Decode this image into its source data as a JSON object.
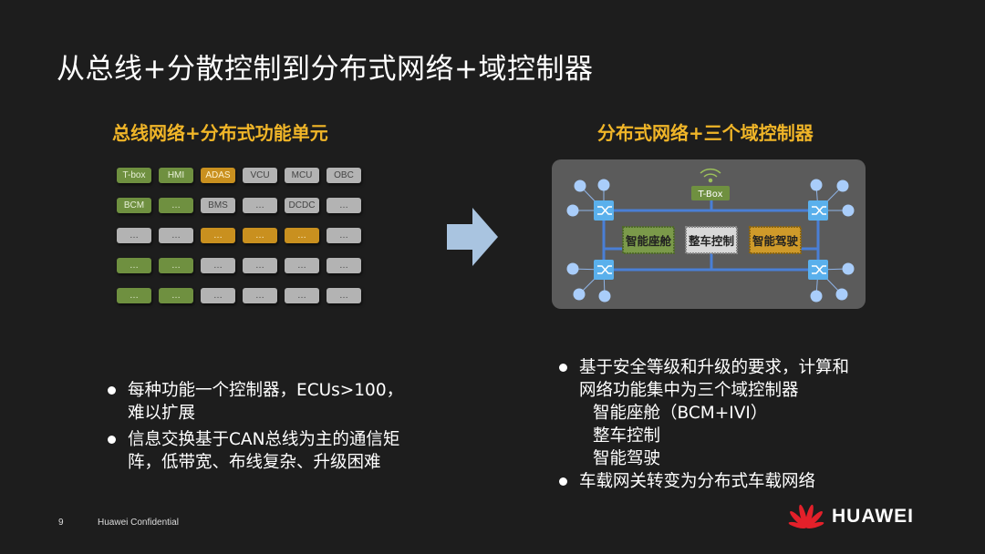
{
  "title": "从总线+分散控制到分布式网络+域控制器",
  "left": {
    "heading": "总线网络+分布式功能单元",
    "grid": [
      [
        {
          "t": "T-box",
          "c": "g"
        },
        {
          "t": "HMI",
          "c": "g"
        },
        {
          "t": "ADAS",
          "c": "o"
        },
        {
          "t": "VCU",
          "c": "s"
        },
        {
          "t": "MCU",
          "c": "s"
        },
        {
          "t": "OBC",
          "c": "s"
        }
      ],
      [
        {
          "t": "BCM",
          "c": "g"
        },
        {
          "t": "…",
          "c": "g"
        },
        {
          "t": "BMS",
          "c": "s"
        },
        {
          "t": "…",
          "c": "s"
        },
        {
          "t": "DCDC",
          "c": "s"
        },
        {
          "t": "…",
          "c": "s"
        }
      ],
      [
        {
          "t": "…",
          "c": "s"
        },
        {
          "t": "…",
          "c": "s"
        },
        {
          "t": "…",
          "c": "o"
        },
        {
          "t": "…",
          "c": "o"
        },
        {
          "t": "…",
          "c": "o"
        },
        {
          "t": "…",
          "c": "s"
        }
      ],
      [
        {
          "t": "…",
          "c": "g"
        },
        {
          "t": "…",
          "c": "g"
        },
        {
          "t": "…",
          "c": "s"
        },
        {
          "t": "…",
          "c": "s"
        },
        {
          "t": "…",
          "c": "s"
        },
        {
          "t": "…",
          "c": "s"
        }
      ],
      [
        {
          "t": "…",
          "c": "g"
        },
        {
          "t": "…",
          "c": "g"
        },
        {
          "t": "…",
          "c": "s"
        },
        {
          "t": "…",
          "c": "s"
        },
        {
          "t": "…",
          "c": "s"
        },
        {
          "t": "…",
          "c": "s"
        }
      ]
    ],
    "bullets": [
      "每种功能一个控制器，ECUs>100，",
      "难以扩展",
      "信息交换基于CAN总线为主的通信矩",
      "阵，低带宽、布线复杂、升级困难"
    ]
  },
  "right": {
    "heading": "分布式网络+三个域控制器",
    "diagram": {
      "tbox": "T-Box",
      "domains": [
        "智能座舱",
        "整车控制",
        "智能驾驶"
      ]
    },
    "bullets": [
      "基于安全等级和升级的要求，计算和",
      "网络功能集中为三个域控制器",
      "智能座舱（BCM+IVI）",
      "整车控制",
      "智能驾驶",
      "车载网关转变为分布式车载网络"
    ]
  },
  "footer": {
    "page": "9",
    "confidential": "Huawei Confidential",
    "logo": "HUAWEI"
  },
  "colors": {
    "accent": "#f0b528",
    "green": "#6f9040",
    "orange": "#c9901f",
    "bus": "#4a7fd6"
  }
}
